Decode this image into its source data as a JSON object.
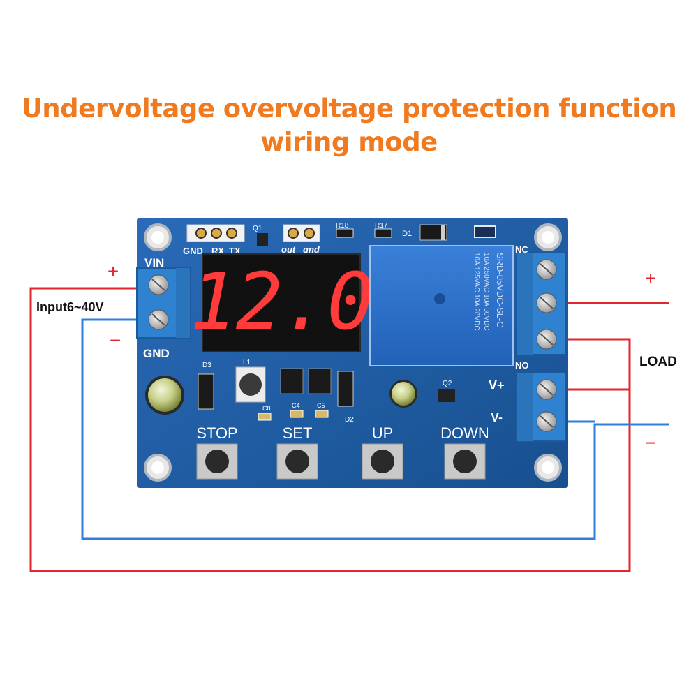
{
  "title": {
    "line1": "Undervoltage overvoltage protection function",
    "line2": "wiring mode"
  },
  "input": {
    "label": "Input6~40V",
    "plus": "+",
    "minus": "−"
  },
  "load": {
    "label": "LOAD",
    "plus": "+",
    "minus": "−"
  },
  "board": {
    "display_value": "12.0",
    "header_pins": [
      "GND",
      "RX",
      "TX"
    ],
    "header2_pins": [
      "out",
      "gnd"
    ],
    "terminal_vin": "VIN",
    "terminal_gnd": "GND",
    "relay_nc": "NC",
    "relay_no": "NO",
    "v_plus": "V+",
    "v_minus": "V-",
    "relay_text_line1": "SRD-05VDC-SL-C",
    "relay_text_line2": "10A 250VAC 10A 30VDC",
    "relay_text_line3": "10A 125VAC 10A 28VDC",
    "components": [
      "Q1",
      "R18",
      "R17",
      "D1",
      "D3",
      "L1",
      "C8",
      "C4",
      "C5",
      "D2",
      "Q2"
    ],
    "buttons": [
      "STOP",
      "SET",
      "UP",
      "DOWN"
    ]
  },
  "colors": {
    "title": "#f07a20",
    "wire_positive": "#e3262b",
    "wire_negative": "#2e7fe0",
    "pcb": "#1f5ea8",
    "terminal": "#2f82d0",
    "relay": "#2a6fcc",
    "display_digits": "#ff3b3b"
  }
}
